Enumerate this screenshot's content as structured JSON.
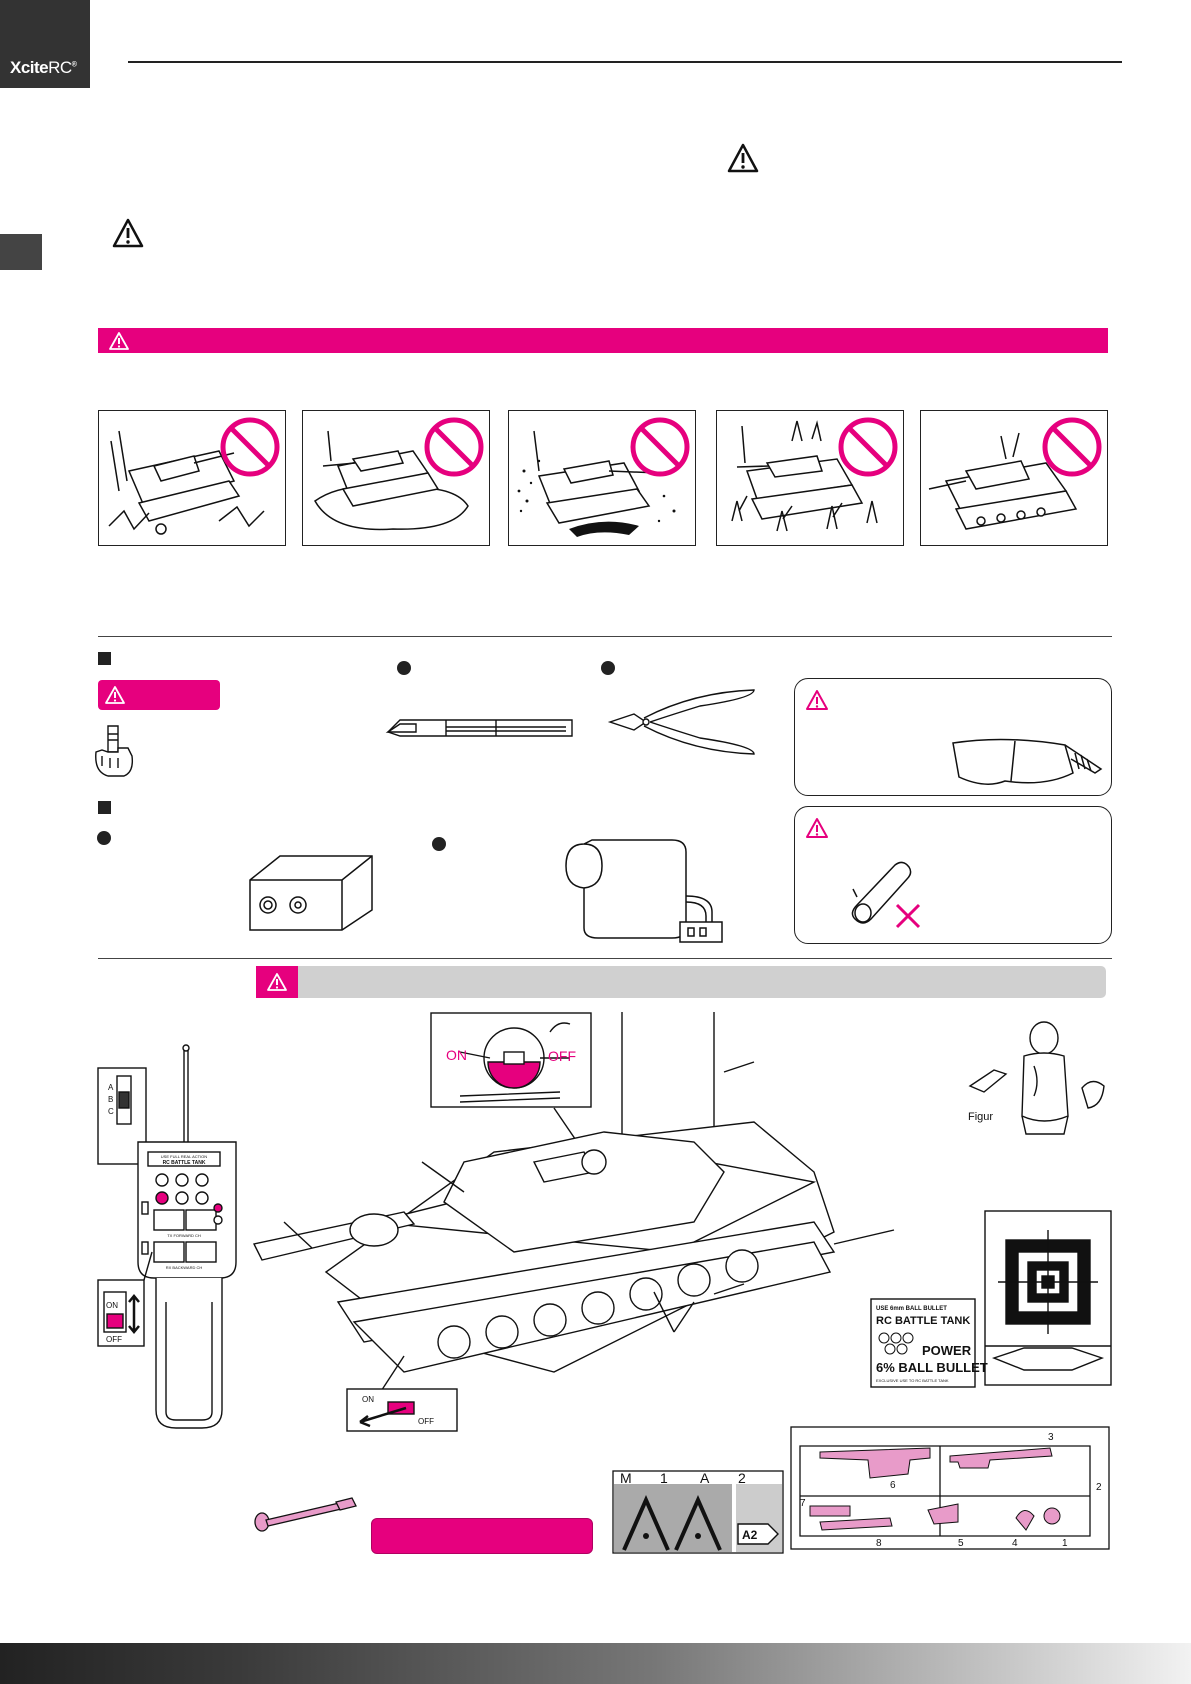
{
  "brand": {
    "name_bold": "Xcite",
    "name_light": "RC",
    "registered": "®"
  },
  "icons": {
    "warning": "warning-triangle-icon",
    "prohibited": "prohibited-sign-icon",
    "finger": "bandaged-finger-icon"
  },
  "colors": {
    "accent": "#e6007e",
    "dark": "#333333",
    "gray_bar": "#d0d0d0"
  },
  "remote": {
    "switch_positions": [
      "A",
      "B",
      "C"
    ],
    "on_label": "ON",
    "off_label": "OFF"
  },
  "remote_face": {
    "line1": "USE FULL REAL ACTION",
    "line2": "RC BATTLE TANK",
    "line3": "TX  FORWARD  CH",
    "line4": "RX  BACKWARD  CH"
  },
  "tank": {
    "turret_switch_on": "ON",
    "turret_switch_off": "OFF",
    "bottom_switch_on": "ON",
    "bottom_switch_off": "OFF"
  },
  "figure_label": "Figur",
  "bullet_box": {
    "line1": "USE 6mm BALL BULLET",
    "line2": "RC BATTLE TANK",
    "line3": "POWER",
    "line4": "6% BALL BULLET",
    "line5": "EXCLUSIVE USE TO RC BATTLE TANK"
  },
  "decal_sheet": {
    "letters": [
      "M",
      "1",
      "A",
      "2"
    ],
    "badge": "A2"
  },
  "parts_sheet": {
    "numbers": [
      "3",
      "6",
      "7",
      "2",
      "8",
      "5",
      "4",
      "1"
    ]
  }
}
